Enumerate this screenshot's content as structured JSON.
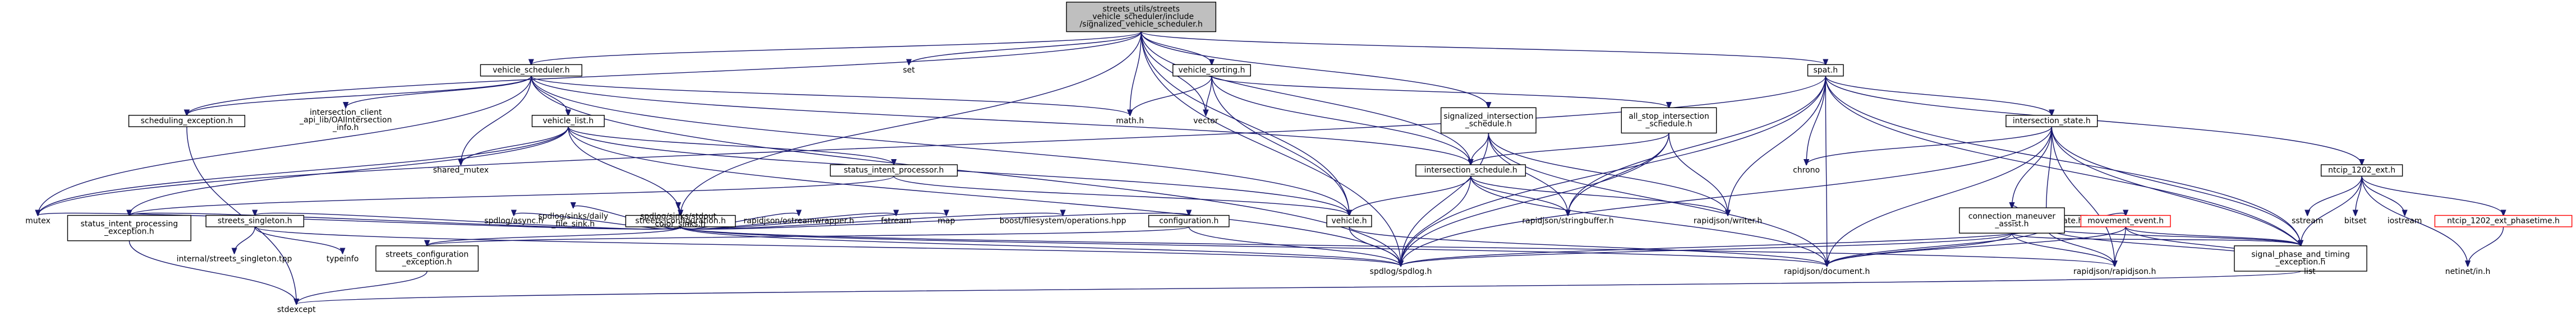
{
  "graph": {
    "nodes": [
      {
        "id": "root",
        "label": [
          "streets_utils/streets",
          "_vehicle_scheduler/include",
          "/signalized_vehicle_scheduler.h"
        ],
        "style": "root"
      },
      {
        "id": "vehicle_scheduler",
        "label": [
          "vehicle_scheduler.h"
        ],
        "style": "box"
      },
      {
        "id": "set",
        "label": [
          "set"
        ],
        "style": "plain"
      },
      {
        "id": "vehicle_sorting",
        "label": [
          "vehicle_sorting.h"
        ],
        "style": "box"
      },
      {
        "id": "spat",
        "label": [
          "spat.h"
        ],
        "style": "box"
      },
      {
        "id": "scheduling_exception",
        "label": [
          "scheduling_exception.h"
        ],
        "style": "box"
      },
      {
        "id": "intersection_client",
        "label": [
          "intersection_client",
          "_api_lib/OAIIntersection",
          "_info.h"
        ],
        "style": "plain"
      },
      {
        "id": "math",
        "label": [
          "math.h"
        ],
        "style": "plain"
      },
      {
        "id": "vector",
        "label": [
          "vector"
        ],
        "style": "plain"
      },
      {
        "id": "vehicle_list",
        "label": [
          "vehicle_list.h"
        ],
        "style": "box"
      },
      {
        "id": "signalized_intersection_schedule",
        "label": [
          "signalized_intersection",
          "_schedule.h"
        ],
        "style": "box"
      },
      {
        "id": "all_stop_intersection_schedule",
        "label": [
          "all_stop_intersection",
          "_schedule.h"
        ],
        "style": "box"
      },
      {
        "id": "intersection_state",
        "label": [
          "intersection_state.h"
        ],
        "style": "box"
      },
      {
        "id": "shared_mutex",
        "label": [
          "shared_mutex"
        ],
        "style": "plain"
      },
      {
        "id": "status_intent_processor",
        "label": [
          "status_intent_processor.h"
        ],
        "style": "box"
      },
      {
        "id": "chrono",
        "label": [
          "chrono"
        ],
        "style": "plain"
      },
      {
        "id": "ntcip_1202_ext",
        "label": [
          "ntcip_1202_ext.h"
        ],
        "style": "box"
      },
      {
        "id": "streets_configuration",
        "label": [
          "streets_configuration.h"
        ],
        "style": "box"
      },
      {
        "id": "intersection_schedule",
        "label": [
          "intersection_schedule.h"
        ],
        "style": "box"
      },
      {
        "id": "movement_state",
        "label": [
          "movement_state.h"
        ],
        "style": "box"
      },
      {
        "id": "mutex",
        "label": [
          "mutex"
        ],
        "style": "plain"
      },
      {
        "id": "status_intent_processing_exception",
        "label": [
          "status_intent_processing",
          "_exception.h"
        ],
        "style": "box"
      },
      {
        "id": "streets_singleton",
        "label": [
          "streets_singleton.h"
        ],
        "style": "box"
      },
      {
        "id": "spdlog_async",
        "label": [
          "spdlog/async.h"
        ],
        "style": "plain"
      },
      {
        "id": "spdlog_daily",
        "label": [
          "spdlog/sinks/daily",
          "_file_sink.h"
        ],
        "style": "plain"
      },
      {
        "id": "spdlog_stdout",
        "label": [
          "spdlog/sinks/stdout",
          "_color_sinks.h"
        ],
        "style": "plain"
      },
      {
        "id": "rapidjson_ostream",
        "label": [
          "rapidjson/ostreamwrapper.h"
        ],
        "style": "plain"
      },
      {
        "id": "fstream",
        "label": [
          "fstream"
        ],
        "style": "plain"
      },
      {
        "id": "map",
        "label": [
          "map"
        ],
        "style": "plain"
      },
      {
        "id": "boost_filesystem",
        "label": [
          "boost/filesystem/operations.hpp"
        ],
        "style": "plain"
      },
      {
        "id": "configuration",
        "label": [
          "configuration.h"
        ],
        "style": "box"
      },
      {
        "id": "vehicle",
        "label": [
          "vehicle.h"
        ],
        "style": "box"
      },
      {
        "id": "rapidjson_stringbuffer",
        "label": [
          "rapidjson/stringbuffer.h"
        ],
        "style": "plain"
      },
      {
        "id": "rapidjson_writer",
        "label": [
          "rapidjson/writer.h"
        ],
        "style": "plain"
      },
      {
        "id": "connection_maneuver",
        "label": [
          "connection_maneuver",
          "_assist.h"
        ],
        "style": "box"
      },
      {
        "id": "movement_event",
        "label": [
          "movement_event.h"
        ],
        "style": "missing"
      },
      {
        "id": "sstream",
        "label": [
          "sstream"
        ],
        "style": "plain"
      },
      {
        "id": "bitset",
        "label": [
          "bitset"
        ],
        "style": "plain"
      },
      {
        "id": "iostream",
        "label": [
          "iostream"
        ],
        "style": "plain"
      },
      {
        "id": "ntcip_phasetime",
        "label": [
          "ntcip_1202_ext_phasetime.h"
        ],
        "style": "missing"
      },
      {
        "id": "internal_singleton",
        "label": [
          "internal/streets_singleton.tpp"
        ],
        "style": "plain"
      },
      {
        "id": "typeinfo",
        "label": [
          "typeinfo"
        ],
        "style": "plain"
      },
      {
        "id": "streets_configuration_exception",
        "label": [
          "streets_configuration",
          "_exception.h"
        ],
        "style": "box"
      },
      {
        "id": "spdlog",
        "label": [
          "spdlog/spdlog.h"
        ],
        "style": "plain"
      },
      {
        "id": "rapidjson_document",
        "label": [
          "rapidjson/document.h"
        ],
        "style": "plain"
      },
      {
        "id": "rapidjson_rapidjson",
        "label": [
          "rapidjson/rapidjson.h"
        ],
        "style": "plain"
      },
      {
        "id": "signal_phase_exception",
        "label": [
          "signal_phase_and_timing",
          "_exception.h"
        ],
        "style": "box"
      },
      {
        "id": "list",
        "label": [
          "list"
        ],
        "style": "plain"
      },
      {
        "id": "netinet_in",
        "label": [
          "netinet/in.h"
        ],
        "style": "plain"
      },
      {
        "id": "stdexcept",
        "label": [
          "stdexcept"
        ],
        "style": "plain"
      }
    ],
    "edges": [
      [
        "root",
        "vehicle_scheduler"
      ],
      [
        "root",
        "set"
      ],
      [
        "root",
        "vehicle_sorting"
      ],
      [
        "root",
        "spat"
      ],
      [
        "root",
        "scheduling_exception"
      ],
      [
        "root",
        "math"
      ],
      [
        "root",
        "vector"
      ],
      [
        "root",
        "signalized_intersection_schedule"
      ],
      [
        "root",
        "intersection_schedule"
      ],
      [
        "root",
        "vehicle"
      ],
      [
        "root",
        "streets_configuration"
      ],
      [
        "root",
        "spdlog"
      ],
      [
        "vehicle_scheduler",
        "scheduling_exception"
      ],
      [
        "vehicle_scheduler",
        "intersection_client"
      ],
      [
        "vehicle_scheduler",
        "math"
      ],
      [
        "vehicle_scheduler",
        "vehicle_list"
      ],
      [
        "vehicle_scheduler",
        "shared_mutex"
      ],
      [
        "vehicle_scheduler",
        "intersection_schedule"
      ],
      [
        "vehicle_scheduler",
        "vehicle"
      ],
      [
        "vehicle_scheduler",
        "spdlog"
      ],
      [
        "vehicle_scheduler",
        "mutex"
      ],
      [
        "vehicle_sorting",
        "math"
      ],
      [
        "vehicle_sorting",
        "vector"
      ],
      [
        "vehicle_sorting",
        "vehicle"
      ],
      [
        "vehicle_sorting",
        "intersection_schedule"
      ],
      [
        "vehicle_sorting",
        "all_stop_intersection_schedule"
      ],
      [
        "spat",
        "intersection_state"
      ],
      [
        "spat",
        "ntcip_1202_ext"
      ],
      [
        "spat",
        "chrono"
      ],
      [
        "spat",
        "spdlog"
      ],
      [
        "spat",
        "rapidjson_document"
      ],
      [
        "spat",
        "rapidjson_stringbuffer"
      ],
      [
        "spat",
        "rapidjson_writer"
      ],
      [
        "spat",
        "list"
      ],
      [
        "spat",
        "signal_phase_exception"
      ],
      [
        "spat",
        "mutex"
      ],
      [
        "scheduling_exception",
        "stdexcept"
      ],
      [
        "vehicle_list",
        "shared_mutex"
      ],
      [
        "vehicle_list",
        "status_intent_processor"
      ],
      [
        "vehicle_list",
        "vehicle"
      ],
      [
        "vehicle_list",
        "spdlog"
      ],
      [
        "vehicle_list",
        "mutex"
      ],
      [
        "vehicle_list",
        "status_intent_processing_exception"
      ],
      [
        "vehicle_list",
        "streets_configuration"
      ],
      [
        "signalized_intersection_schedule",
        "intersection_schedule"
      ],
      [
        "signalized_intersection_schedule",
        "rapidjson_stringbuffer"
      ],
      [
        "signalized_intersection_schedule",
        "rapidjson_writer"
      ],
      [
        "signalized_intersection_schedule",
        "spdlog"
      ],
      [
        "signalized_intersection_schedule",
        "rapidjson_document"
      ],
      [
        "all_stop_intersection_schedule",
        "intersection_schedule"
      ],
      [
        "all_stop_intersection_schedule",
        "rapidjson_stringbuffer"
      ],
      [
        "all_stop_intersection_schedule",
        "rapidjson_writer"
      ],
      [
        "all_stop_intersection_schedule",
        "spdlog"
      ],
      [
        "intersection_state",
        "movement_state"
      ],
      [
        "intersection_state",
        "connection_maneuver"
      ],
      [
        "intersection_state",
        "chrono"
      ],
      [
        "intersection_state",
        "spdlog"
      ],
      [
        "intersection_state",
        "rapidjson_document"
      ],
      [
        "intersection_state",
        "rapidjson_rapidjson"
      ],
      [
        "intersection_state",
        "signal_phase_exception"
      ],
      [
        "intersection_state",
        "list"
      ],
      [
        "status_intent_processor",
        "vehicle"
      ],
      [
        "status_intent_processor",
        "status_intent_processing_exception"
      ],
      [
        "ntcip_1202_ext",
        "sstream"
      ],
      [
        "ntcip_1202_ext",
        "bitset"
      ],
      [
        "ntcip_1202_ext",
        "iostream"
      ],
      [
        "ntcip_1202_ext",
        "ntcip_phasetime"
      ],
      [
        "ntcip_1202_ext",
        "netinet_in"
      ],
      [
        "ntcip_1202_ext",
        "signal_phase_exception"
      ],
      [
        "streets_configuration",
        "mutex"
      ],
      [
        "streets_configuration",
        "status_intent_processing_exception"
      ],
      [
        "streets_configuration",
        "streets_singleton"
      ],
      [
        "streets_configuration",
        "spdlog_async"
      ],
      [
        "streets_configuration",
        "spdlog_daily"
      ],
      [
        "streets_configuration",
        "spdlog_stdout"
      ],
      [
        "streets_configuration",
        "rapidjson_ostream"
      ],
      [
        "streets_configuration",
        "fstream"
      ],
      [
        "streets_configuration",
        "map"
      ],
      [
        "streets_configuration",
        "boost_filesystem"
      ],
      [
        "streets_configuration",
        "configuration"
      ],
      [
        "streets_configuration",
        "streets_configuration_exception"
      ],
      [
        "streets_configuration",
        "spdlog"
      ],
      [
        "streets_configuration",
        "rapidjson_document"
      ],
      [
        "streets_configuration",
        "rapidjson_rapidjson"
      ],
      [
        "intersection_schedule",
        "vehicle"
      ],
      [
        "intersection_schedule",
        "rapidjson_stringbuffer"
      ],
      [
        "intersection_schedule",
        "rapidjson_writer"
      ],
      [
        "intersection_schedule",
        "spdlog"
      ],
      [
        "intersection_schedule",
        "rapidjson_document"
      ],
      [
        "movement_state",
        "connection_maneuver"
      ],
      [
        "movement_state",
        "movement_event"
      ],
      [
        "movement_state",
        "spdlog"
      ],
      [
        "movement_state",
        "rapidjson_document"
      ],
      [
        "movement_state",
        "rapidjson_rapidjson"
      ],
      [
        "movement_state",
        "signal_phase_exception"
      ],
      [
        "movement_state",
        "list"
      ],
      [
        "status_intent_processing_exception",
        "stdexcept"
      ],
      [
        "streets_singleton",
        "internal_singleton"
      ],
      [
        "streets_singleton",
        "typeinfo"
      ],
      [
        "streets_singleton",
        "spdlog"
      ],
      [
        "configuration",
        "spdlog"
      ],
      [
        "configuration",
        "streets_configuration_exception"
      ],
      [
        "vehicle",
        "spdlog"
      ],
      [
        "vehicle",
        "rapidjson_document"
      ],
      [
        "connection_maneuver",
        "spdlog"
      ],
      [
        "connection_maneuver",
        "rapidjson_document"
      ],
      [
        "connection_maneuver",
        "rapidjson_rapidjson"
      ],
      [
        "connection_maneuver",
        "signal_phase_exception"
      ],
      [
        "movement_event",
        "rapidjson_document"
      ],
      [
        "movement_event",
        "rapidjson_rapidjson"
      ],
      [
        "movement_event",
        "signal_phase_exception"
      ],
      [
        "movement_event",
        "list"
      ],
      [
        "ntcip_phasetime",
        "netinet_in"
      ],
      [
        "streets_configuration_exception",
        "stdexcept"
      ],
      [
        "signal_phase_exception",
        "stdexcept"
      ]
    ]
  }
}
